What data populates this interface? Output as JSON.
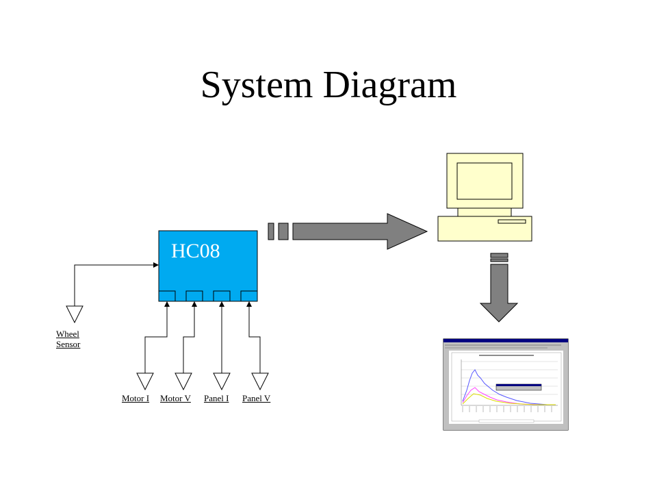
{
  "title": "System Diagram",
  "mcu": {
    "label": "HC08",
    "color": "#00aaf0"
  },
  "sensors": {
    "wheel_sensor": [
      "Wheel",
      "Sensor"
    ],
    "inputs": [
      "Motor I",
      "Motor V",
      "Panel I",
      "Panel V"
    ]
  },
  "colors": {
    "arrow_fill": "#808080",
    "computer_fill": "#ffffcc",
    "line": "#000000"
  }
}
